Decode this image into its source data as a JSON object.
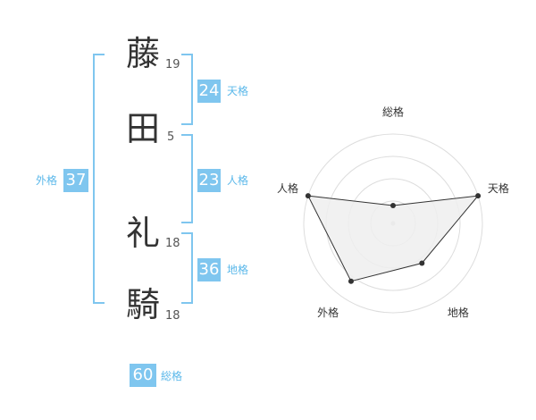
{
  "name": {
    "characters": [
      {
        "char": "藤",
        "strokes": "19"
      },
      {
        "char": "田",
        "strokes": "5"
      },
      {
        "char": "礼",
        "strokes": "18"
      },
      {
        "char": "騎",
        "strokes": "18"
      }
    ]
  },
  "kaku": {
    "tenkaku": {
      "value": "24",
      "label": "天格"
    },
    "jinkaku": {
      "value": "23",
      "label": "人格"
    },
    "chikaku": {
      "value": "36",
      "label": "地格"
    },
    "gaikaku": {
      "value": "37",
      "label": "外格"
    },
    "soukaku": {
      "value": "60",
      "label": "総格"
    }
  },
  "colors": {
    "accent": "#7fc6ef",
    "text": "#333333",
    "polygon_fill": "#eeeeee"
  },
  "chart_data": {
    "type": "radar",
    "axes": [
      "総格",
      "天格",
      "地格",
      "外格",
      "人格"
    ],
    "values": [
      0.2,
      1.0,
      0.55,
      0.8,
      1.0
    ],
    "rings": 4
  }
}
